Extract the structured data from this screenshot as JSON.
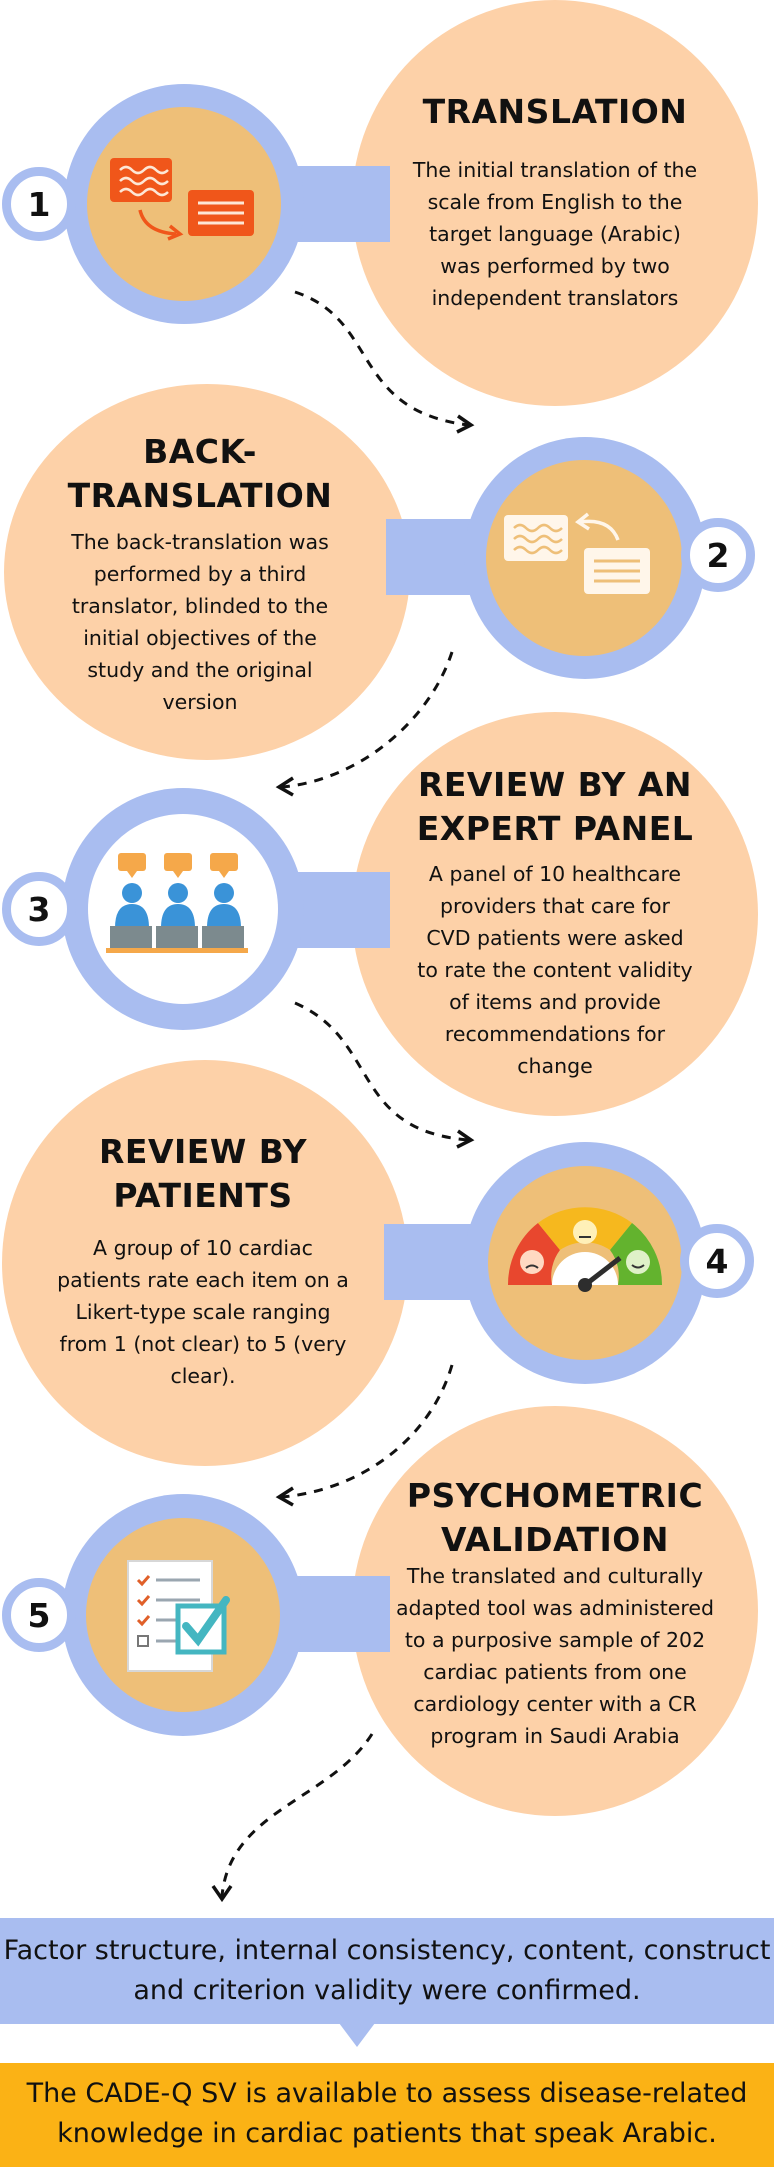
{
  "steps": [
    {
      "number": "1",
      "title": [
        "TRANSLATION"
      ],
      "lines": [
        "The initial translation of the",
        "scale from English to the",
        "target language (Arabic)",
        "was performed by two",
        "independent translators"
      ]
    },
    {
      "number": "2",
      "title": [
        "BACK-",
        "TRANSLATION"
      ],
      "lines": [
        "The back-translation was",
        "performed by a third",
        "translator, blinded to the",
        "initial objectives of the",
        "study and the original",
        "version"
      ]
    },
    {
      "number": "3",
      "title": [
        "REVIEW BY AN",
        "EXPERT PANEL"
      ],
      "lines": [
        "A panel of 10 healthcare",
        "providers that care for",
        "CVD patients were asked",
        "to rate the content validity",
        "of items and provide",
        "recommendations for",
        "change"
      ]
    },
    {
      "number": "4",
      "title": [
        "REVIEW BY",
        "PATIENTS"
      ],
      "lines": [
        "A group of 10 cardiac",
        "patients rate each item on a",
        "Likert-type scale ranging",
        "from 1 (not clear) to 5 (very",
        "clear)."
      ]
    },
    {
      "number": "5",
      "title": [
        "PSYCHOMETRIC",
        "VALIDATION"
      ],
      "lines": [
        "The translated and culturally",
        "adapted tool was administered",
        "to a purposive sample of 202",
        "cardiac patients from one",
        "cardiology center with a CR",
        "program in Saudi Arabia"
      ]
    }
  ],
  "result_banner": [
    "Factor structure, internal consistency, content, construct",
    "and criterion validity were confirmed."
  ],
  "conclusion_banner": [
    "The CADE-Q SV is available to assess disease-related",
    "knowledge in cardiac patients that speak Arabic."
  ],
  "colors": {
    "peach": "#fdd1a8",
    "ring": "#a9bdf0",
    "inner": "#eebf78",
    "orange_icon": "#f0561a",
    "banner_blue": "#a9bdf0",
    "banner_yellow": "#fbb215",
    "person_blue": "#3a93d8",
    "checkmark": "#44b6c1"
  }
}
